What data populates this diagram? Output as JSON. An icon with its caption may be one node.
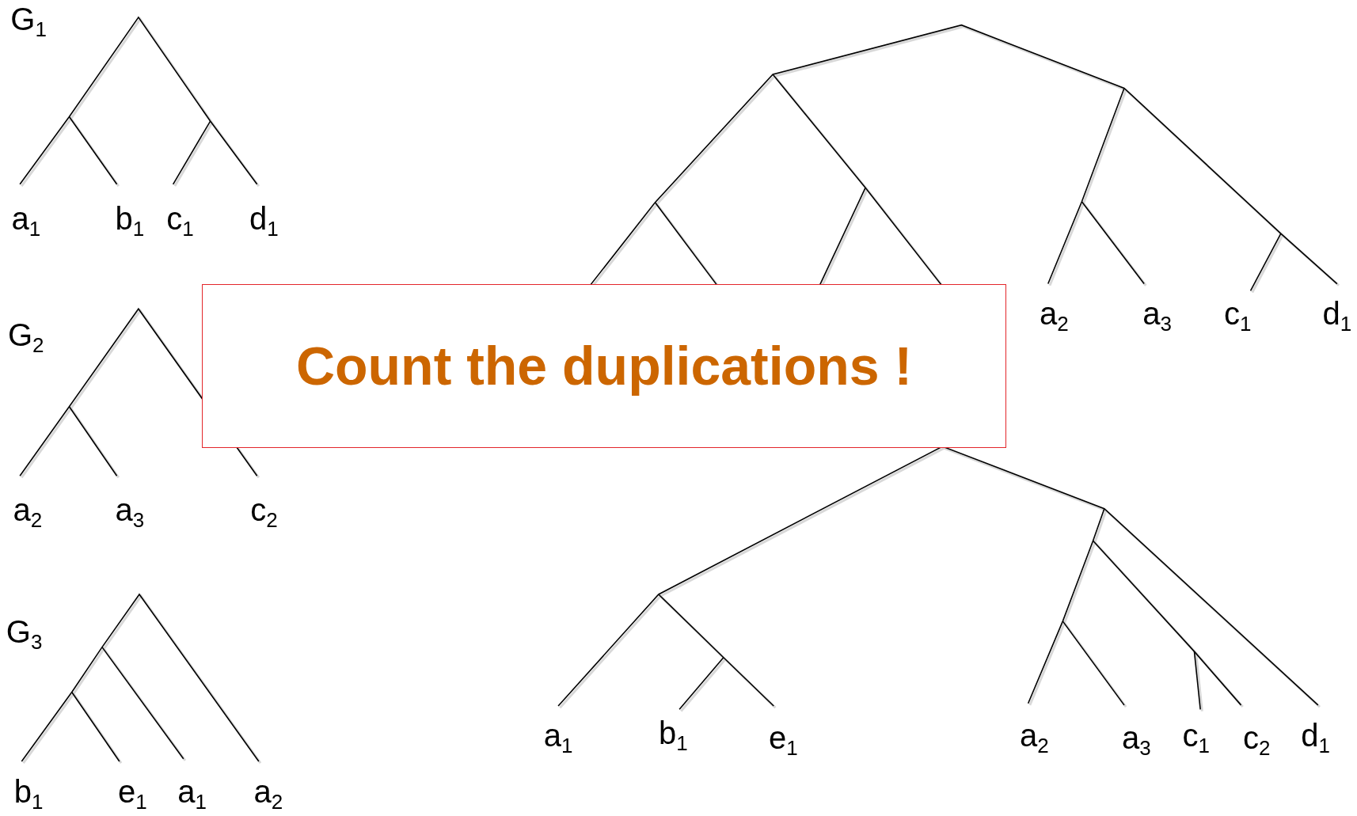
{
  "diagram": {
    "nodes": [
      {
        "text": [
          "Count the duplications !"
        ]
      }
    ],
    "labels": [
      "G$_{1}$",
      "a$_{1}$",
      "b$_{1}$",
      "c$_{1}$",
      "d$_{1}$",
      "G$_{2}$",
      "a$_{2}$",
      "a$_{3}$",
      "c$_{2}$",
      "G$_{3}$",
      "b$_{1}$",
      "e$_{1}$",
      "a$_{1}$",
      "a$_{2}$",
      "a$_{2}$",
      "a$_{3}$",
      "c$_{1}$",
      "d$_{1}$",
      "a$_{1}$",
      "b$_{1}$",
      "e$_{1}$",
      "a$_{2}$",
      "a$_{3}$",
      "c$_{1}$",
      "c$_{2}$",
      "d$_{1}$"
    ]
  }
}
